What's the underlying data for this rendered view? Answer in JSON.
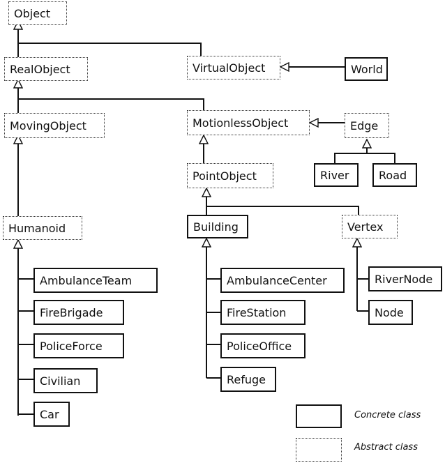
{
  "classes": {
    "object": "Object",
    "real_object": "RealObject",
    "virtual_object": "VirtualObject",
    "world": "World",
    "moving_object": "MovingObject",
    "motionless_object": "MotionlessObject",
    "edge": "Edge",
    "river": "River",
    "road": "Road",
    "point_object": "PointObject",
    "humanoid": "Humanoid",
    "building": "Building",
    "vertex": "Vertex",
    "ambulance_team": "AmbulanceTeam",
    "fire_brigade": "FireBrigade",
    "police_force": "PoliceForce",
    "civilian": "Civilian",
    "car": "Car",
    "ambulance_center": "AmbulanceCenter",
    "fire_station": "FireStation",
    "police_office": "PoliceOffice",
    "refuge": "Refuge",
    "river_node": "RiverNode",
    "node": "Node"
  },
  "legend": {
    "concrete": "Concrete class",
    "abstract": "Abstract class"
  }
}
